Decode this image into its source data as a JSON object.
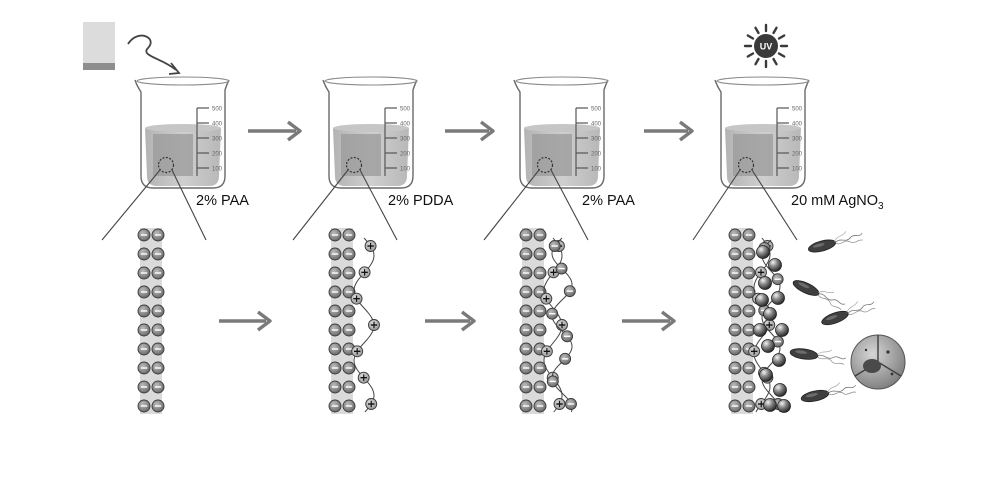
{
  "steps": [
    {
      "label": "2% PAA"
    },
    {
      "label": "2% PDDA"
    },
    {
      "label": "2% PAA"
    },
    {
      "label": "20 mM AgNO",
      "subscript": "3"
    }
  ],
  "uv_label": "UV",
  "beaker_ticks": [
    "500",
    "400",
    "300",
    "200",
    "100"
  ],
  "charges": {
    "negative": "−",
    "positive": "+"
  }
}
